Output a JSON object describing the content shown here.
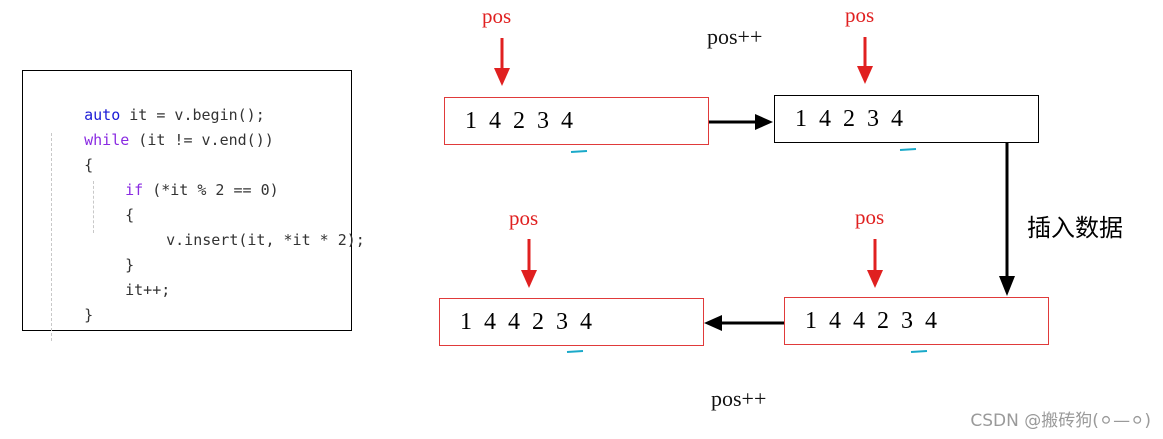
{
  "code": {
    "lines": [
      {
        "kw": "auto",
        "rest": " it = v.begin();"
      },
      {
        "kw": "while",
        "rest": " (it != v.end())"
      },
      {
        "kw": "",
        "rest": "{"
      },
      {
        "kw": "if",
        "rest": " (*it % 2 == 0)"
      },
      {
        "kw": "",
        "rest": "{"
      },
      {
        "kw": "",
        "rest": "v.insert(it, *it * 2);"
      },
      {
        "kw": "",
        "rest": "}"
      },
      {
        "kw": "",
        "rest": "it++;"
      },
      {
        "kw": "",
        "rest": "}"
      }
    ]
  },
  "arrays": {
    "top_left": "1  4  2  3  4",
    "top_right": "1  4  2  3  4",
    "bottom_right": "1  4  4  2  3  4",
    "bottom_left": "1  4  4  2  3  4"
  },
  "labels": {
    "pos": "pos",
    "pos_inc": "pos++",
    "insert": "插入数据"
  },
  "watermark": "CSDN @搬砖狗(⚪—⚪)",
  "colors": {
    "pointer": "#e02020",
    "box_red": "#e03a3a",
    "underline": "#1aa9c9",
    "keyword_blue": "#1a1ad6",
    "keyword_purple": "#8a2be2"
  }
}
